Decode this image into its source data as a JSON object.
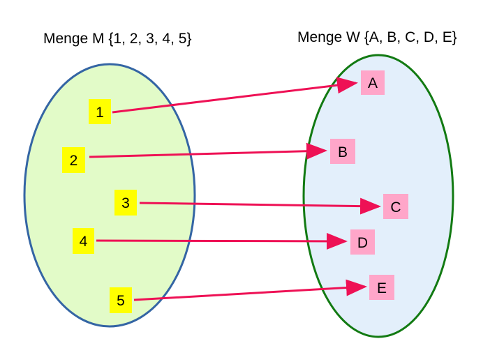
{
  "set_m": {
    "title": "Menge M {1, 2, 3, 4, 5}",
    "fill_color": "#e2fbc8",
    "stroke_color": "#3465a4",
    "elements": [
      "1",
      "2",
      "3",
      "4",
      "5"
    ],
    "element_color": "#ffff00"
  },
  "set_w": {
    "title": "Menge W {A, B, C, D, E}",
    "fill_color": "#e3effb",
    "stroke_color": "#127a12",
    "elements": [
      "A",
      "B",
      "C",
      "D",
      "E"
    ],
    "element_color": "#ffa6c9"
  },
  "mapping": {
    "arrow_color": "#ee1155",
    "pairs": [
      {
        "from": "1",
        "to": "A"
      },
      {
        "from": "2",
        "to": "B"
      },
      {
        "from": "3",
        "to": "C"
      },
      {
        "from": "4",
        "to": "D"
      },
      {
        "from": "5",
        "to": "E"
      }
    ]
  }
}
